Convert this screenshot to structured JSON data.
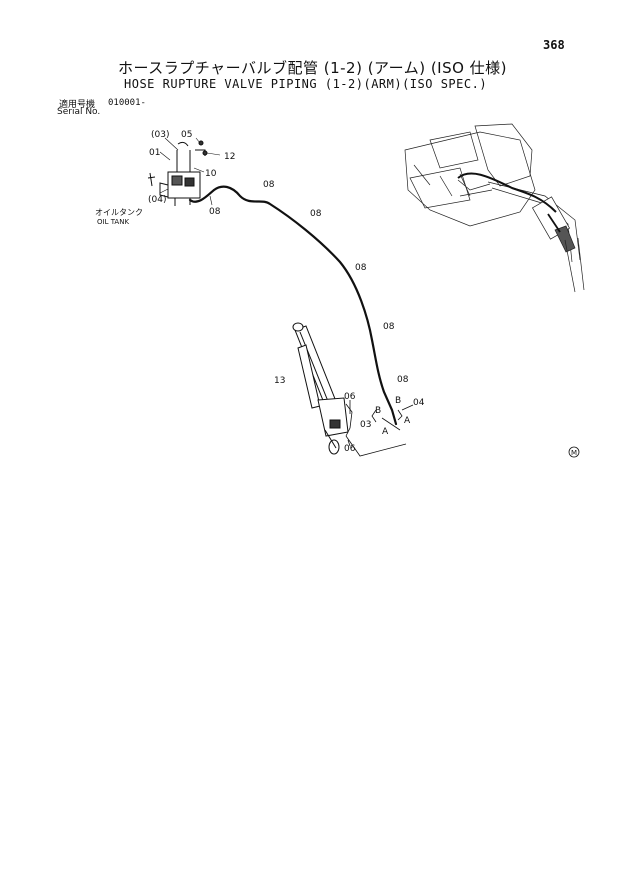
{
  "page_number": "368",
  "title_jp": "ホースラプチャーバルブ配管 (1-2) (アーム) (ISO 仕様)",
  "title_en": "HOSE RUPTURE VALVE PIPING (1-2)(ARM)(ISO SPEC.)",
  "serial": {
    "label_jp": "適用号機",
    "label_en": "Serial No.",
    "value": "010001-"
  },
  "oil_tank": {
    "label_jp": "オイルタンク",
    "label_en": "OIL TANK"
  },
  "callouts": {
    "c03p": "(03)",
    "c05": "05",
    "c01": "01",
    "c12": "12",
    "c10": "10",
    "c04p": "(04)",
    "c08a": "08",
    "c08b": "08",
    "c08c": "08",
    "c08d": "08",
    "c08e": "08",
    "c08f": "08",
    "c13": "13",
    "c06a": "06",
    "c06b": "06",
    "c03": "03",
    "c04": "04",
    "cA1": "A",
    "cA2": "A",
    "cB1": "B",
    "cB2": "B",
    "cM": "M"
  }
}
